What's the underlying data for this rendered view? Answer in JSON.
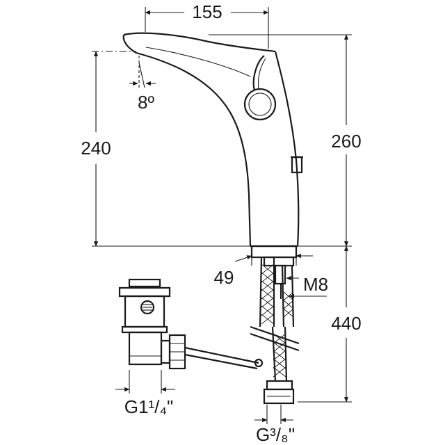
{
  "dimensions": {
    "width_top": "155",
    "angle": "8º",
    "height_left": "240",
    "height_right": "260",
    "base_width": "49",
    "thread": "M8",
    "hose_length": "440",
    "waste_thread": "G1¹/₄\"",
    "hose_thread": "G³/₈\""
  },
  "colors": {
    "line": "#1a1a1a",
    "background": "#ffffff"
  }
}
